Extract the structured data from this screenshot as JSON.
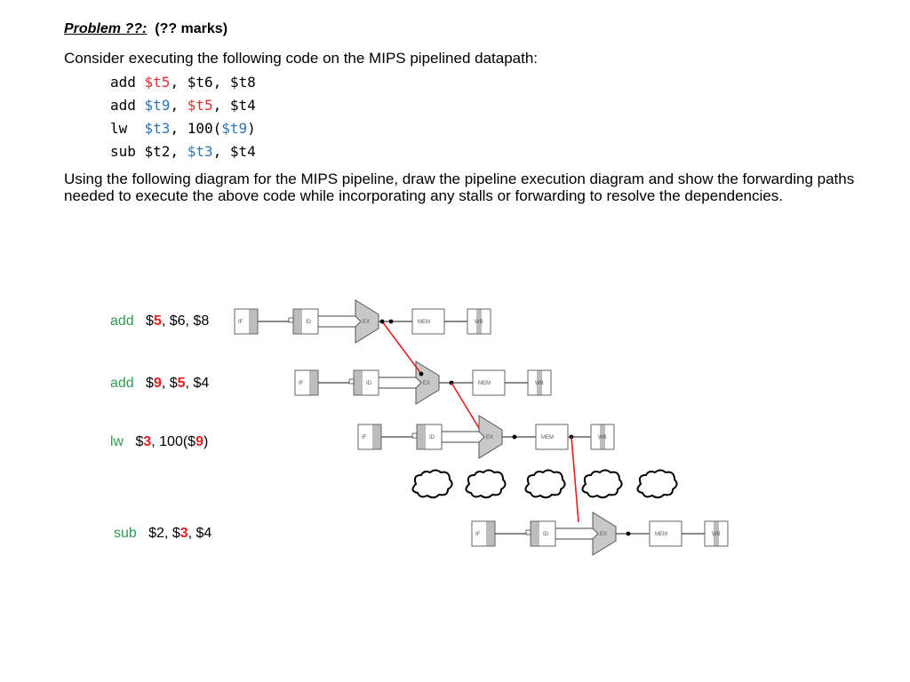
{
  "header": {
    "problem_title": "Problem ??:",
    "marks": "(?? marks)"
  },
  "intro": "Consider executing the following code on the MIPS pipelined datapath:",
  "code": [
    {
      "op": "add",
      "args": [
        {
          "t": "$t5",
          "c": "red"
        },
        {
          "t": ", $t6, $t8",
          "c": ""
        }
      ]
    },
    {
      "op": "add",
      "args": [
        {
          "t": "$t9",
          "c": "blue"
        },
        {
          "t": ", ",
          "c": ""
        },
        {
          "t": "$t5",
          "c": "red"
        },
        {
          "t": ", $t4",
          "c": ""
        }
      ]
    },
    {
      "op": "lw ",
      "args": [
        {
          "t": "$t3",
          "c": "blue"
        },
        {
          "t": ", 100(",
          "c": ""
        },
        {
          "t": "$t9",
          "c": "blue"
        },
        {
          "t": ")",
          "c": ""
        }
      ]
    },
    {
      "op": "sub",
      "args": [
        {
          "t": "$t2, ",
          "c": ""
        },
        {
          "t": "$t3",
          "c": "blue"
        },
        {
          "t": ", $t4",
          "c": ""
        }
      ]
    }
  ],
  "description": "Using the following diagram for the MIPS pipeline, draw the pipeline execution diagram and show the forwarding paths needed to execute the above code while incorporating any stalls or forwarding to resolve the dependencies.",
  "instructions": [
    {
      "op": "add",
      "parts": [
        {
          "t": "$",
          "hl": false
        },
        {
          "t": "5",
          "hl": true
        },
        {
          "t": ", $6, $8",
          "hl": false
        }
      ]
    },
    {
      "op": "add",
      "parts": [
        {
          "t": "$",
          "hl": false
        },
        {
          "t": "9",
          "hl": true
        },
        {
          "t": ", $",
          "hl": false
        },
        {
          "t": "5",
          "hl": true
        },
        {
          "t": ", $4",
          "hl": false
        }
      ]
    },
    {
      "op": "lw",
      "parts": [
        {
          "t": "$",
          "hl": false
        },
        {
          "t": "3",
          "hl": true
        },
        {
          "t": ", 100($",
          "hl": false
        },
        {
          "t": "9",
          "hl": true
        },
        {
          "t": ")",
          "hl": false
        }
      ]
    },
    {
      "op": "sub",
      "parts": [
        {
          "t": "$2, $",
          "hl": false
        },
        {
          "t": "3",
          "hl": true
        },
        {
          "t": ", $4",
          "hl": false
        }
      ]
    }
  ],
  "stages": [
    "IF",
    "ID",
    "EX",
    "MEM",
    "WB"
  ],
  "colors": {
    "op": "#2e9e4f",
    "highlight": "#e02020",
    "forward": "#e02020",
    "stage_shade": "#bdbdbd"
  }
}
